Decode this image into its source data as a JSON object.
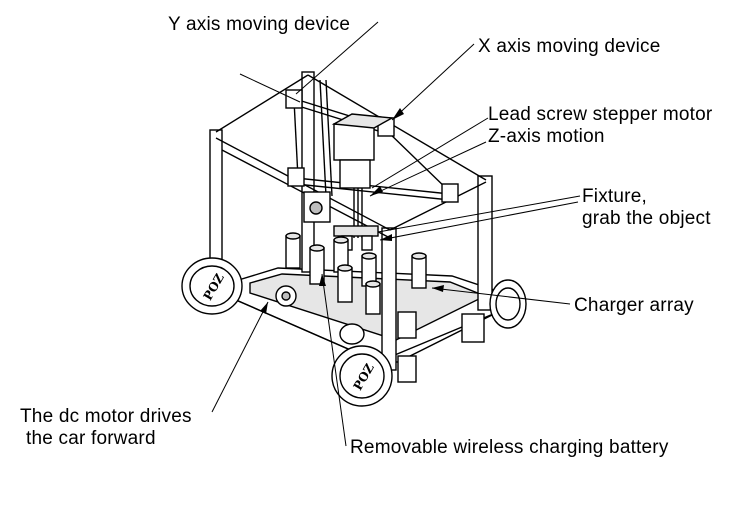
{
  "labels": {
    "y_axis": "Y axis moving device",
    "x_axis": "X axis moving device",
    "lead_screw_line1": "Lead screw stepper motor",
    "lead_screw_line2": "Z-axis motion",
    "fixture_line1": "Fixture,",
    "fixture_line2": "grab the object",
    "charger_array": "Charger array",
    "dc_motor_line1": "The dc motor drives",
    "dc_motor_line2": "the car forward",
    "battery": "Removable wireless charging battery"
  },
  "wheel_logo": "POZ"
}
